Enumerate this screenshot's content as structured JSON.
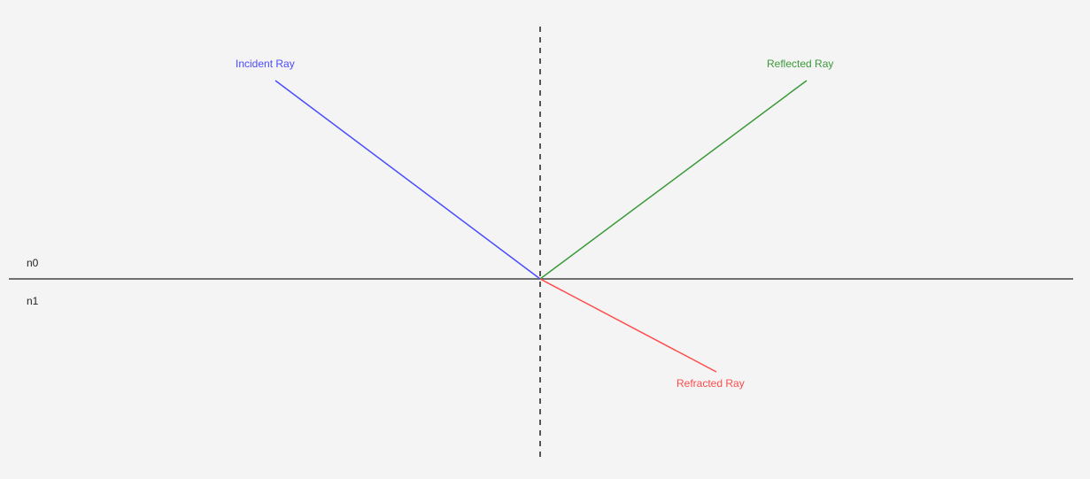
{
  "diagram": {
    "colors": {
      "background": "#f4f4f4",
      "interface": "#707070",
      "normal": "#555555",
      "incident": "#4b4bff",
      "reflected": "#3a9a3a",
      "refracted": "#ff4b4b",
      "text": "#222222"
    },
    "media": {
      "upper": "n0",
      "lower": "n1"
    },
    "rays": {
      "incident": "Incident Ray",
      "reflected": "Reflected Ray",
      "refracted": "Refracted Ray"
    }
  }
}
